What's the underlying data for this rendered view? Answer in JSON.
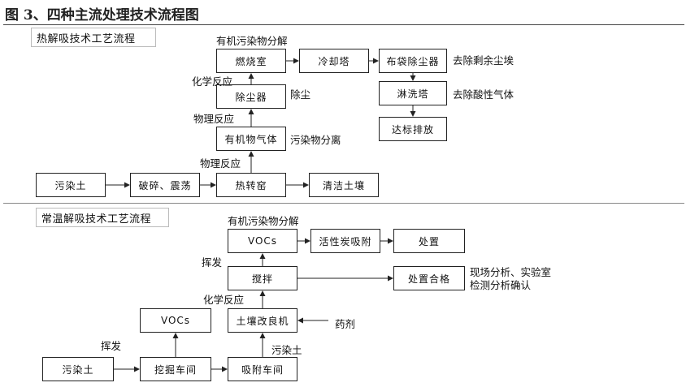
{
  "figure_title": "图 3、四种主流处理技术流程图",
  "thermal": {
    "section_title": "热解吸技术工艺流程",
    "boxes": {
      "burn": "燃烧室",
      "cool": "冷却塔",
      "bag": "布袋除尘器",
      "dust": "除尘器",
      "spray": "淋洗塔",
      "gas": "有机物气体",
      "discharge": "达标排放",
      "soil": "污染土",
      "crush": "破碎、震荡",
      "kiln": "热转窑",
      "clean": "清洁土壤"
    },
    "labels": {
      "organic_decomp": "有机污染物分解",
      "remove_dust": "去除剩余尘埃",
      "chem": "化学反应",
      "dedust": "除尘",
      "remove_acid": "去除酸性气体",
      "phys1": "物理反应",
      "separate": "污染物分离",
      "phys2": "物理反应"
    }
  },
  "ambient": {
    "section_title": "常温解吸技术工艺流程",
    "boxes": {
      "vocs_top": "VOCs",
      "carbon": "活性炭吸附",
      "dispose": "处置",
      "mix": "搅拌",
      "qualified": "处置合格",
      "vocs_left": "VOCs",
      "improver": "土壤改良机",
      "soil": "污染土",
      "dig": "挖掘车间",
      "absorb": "吸附车间"
    },
    "labels": {
      "organic_decomp": "有机污染物分解",
      "volatile1": "挥发",
      "analysis": "现场分析、实验室检测分析确认",
      "chem": "化学反应",
      "agent": "药剂",
      "volatile2": "挥发",
      "polluted_soil": "污染土"
    }
  }
}
